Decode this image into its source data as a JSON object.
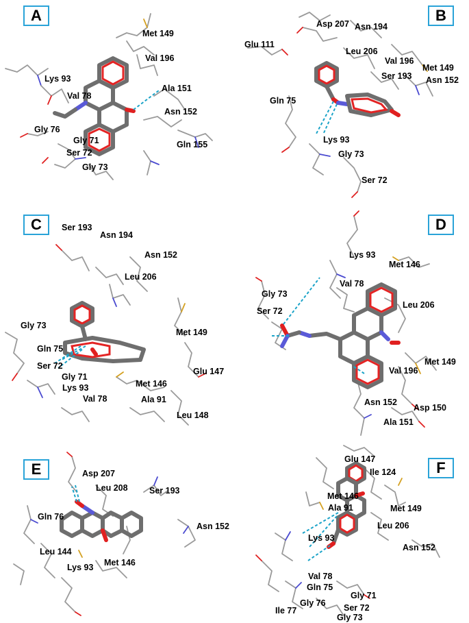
{
  "panels": {
    "A": {
      "label": "A",
      "residues": [
        "Met 149",
        "Val 196",
        "Lys 93",
        "Val 78",
        "Ala 151",
        "Asn 152",
        "Gly 76",
        "Gly 71",
        "Ser 72",
        "Gly 73",
        "Gln 155"
      ]
    },
    "B": {
      "label": "B",
      "residues": [
        "Asp 207",
        "Asn 194",
        "Glu 111",
        "Leu 206",
        "Val 196",
        "Met 149",
        "Ser 193",
        "Asn 152",
        "Gln 75",
        "Lys 93",
        "Gly 73",
        "Ser 72"
      ]
    },
    "C": {
      "label": "C",
      "residues": [
        "Ser 193",
        "Asn 194",
        "Asn 152",
        "Leu 206",
        "Gly 73",
        "Met 149",
        "Gln 75",
        "Ser 72",
        "Gly 71",
        "Lys 93",
        "Glu 147",
        "Met 146",
        "Val 78",
        "Ala 91",
        "Leu 148"
      ]
    },
    "D": {
      "label": "D",
      "residues": [
        "Lys 93",
        "Met 146",
        "Val 78",
        "Gly 73",
        "Leu 206",
        "Ser 72",
        "Met 149",
        "Val 196",
        "Asn 152",
        "Asp 150",
        "Ala 151"
      ]
    },
    "E": {
      "label": "E",
      "residues": [
        "Asp 207",
        "Leu 208",
        "Ser 193",
        "Gln 76",
        "Asn 152",
        "Leu 144",
        "Lys 93",
        "Met 146"
      ]
    },
    "F": {
      "label": "F",
      "residues": [
        "Glu 147",
        "Ile 124",
        "Met 146",
        "Ala 91",
        "Met 149",
        "Leu 206",
        "Lys 93",
        "Asn 152",
        "Val 78",
        "Gln 75",
        "Gly 71",
        "Ile 77",
        "Gly 76",
        "Ser 72",
        "Gly 73"
      ]
    }
  }
}
